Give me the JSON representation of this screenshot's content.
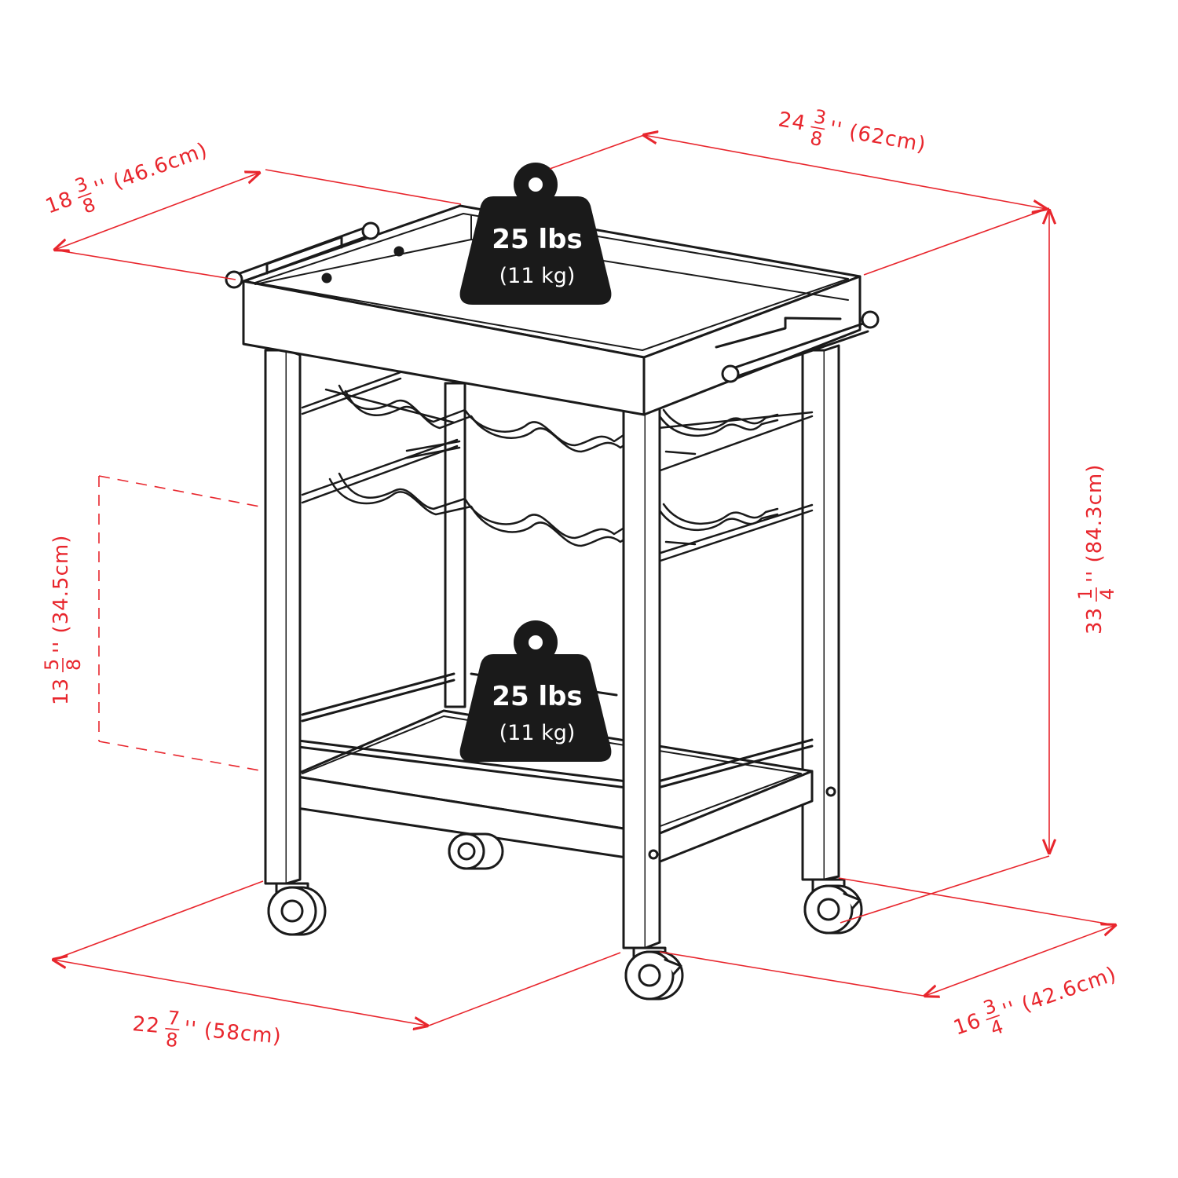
{
  "colors": {
    "dimension": "#e8262d",
    "line": "#1a1a1a",
    "weight_badge": "#1a1a1a",
    "badge_text": "#ffffff"
  },
  "dimensions": {
    "top_depth": {
      "whole": "18",
      "num": "3",
      "den": "8",
      "rest": "'' (46.6cm)"
    },
    "top_width": {
      "whole": "24",
      "num": "3",
      "den": "8",
      "rest": "'' (62cm)"
    },
    "height": {
      "whole": "33",
      "num": "1",
      "den": "4",
      "rest": "'' (84.3cm)"
    },
    "shelf_gap": {
      "whole": "13",
      "num": "5",
      "den": "8",
      "rest": "'' (34.5cm)"
    },
    "base_width": {
      "whole": "22",
      "num": "7",
      "den": "8",
      "rest": "'' (58cm)"
    },
    "base_depth": {
      "whole": "16",
      "num": "3",
      "den": "4",
      "rest": "'' (42.6cm)"
    }
  },
  "weights": {
    "top": {
      "lbs": "25 lbs",
      "kg": "(11 kg)"
    },
    "bottom": {
      "lbs": "25 lbs",
      "kg": "(11 kg)"
    }
  },
  "icons": [
    "weight-icon",
    "caster-wheel-icon",
    "towel-bar-icon",
    "wine-rack-icon"
  ]
}
